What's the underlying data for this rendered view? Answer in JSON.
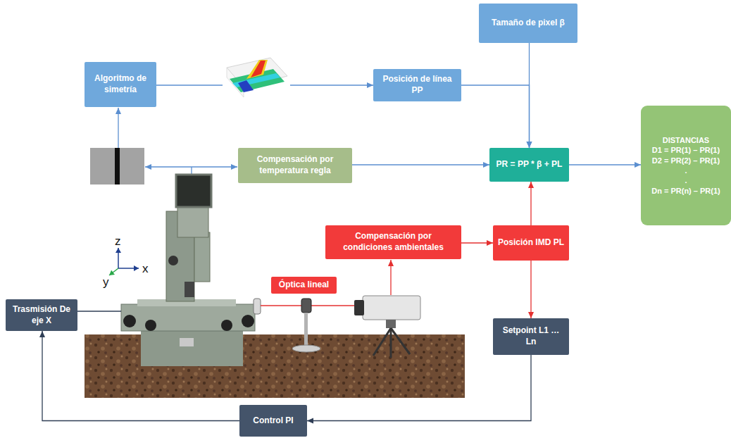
{
  "diagram": {
    "nodes": [
      {
        "text": [
          "Tamaño de pixel β"
        ]
      },
      {
        "text": [
          "Algoritmo de simetría"
        ]
      },
      {
        "text": [
          "Posición de línea PP"
        ]
      },
      {
        "text": [
          "Compensación por temperatura regla"
        ]
      },
      {
        "text": [
          "PR = PP * β + PL"
        ]
      },
      {
        "text": [
          "DISTANCIAS",
          "D1 = PR(1) – PR(1)",
          "D2 = PR(2) – PR(1)",
          ".",
          ".",
          "Dn = PR(n) – PR(1)"
        ]
      },
      {
        "text": [
          "Compensación por condiciones ambientales"
        ]
      },
      {
        "text": [
          "Posición IMD PL"
        ]
      },
      {
        "text": [
          "Óptica lineal"
        ]
      },
      {
        "text": [
          "Trasmisión De eje X"
        ]
      },
      {
        "text": [
          "Setpoint L1 … Ln"
        ]
      },
      {
        "text": [
          "Control PI"
        ]
      }
    ],
    "edges": [
      {
        "from": 1,
        "to": 2,
        "arrow": "to"
      },
      {
        "from": 0,
        "to": 4,
        "arrow": "to"
      },
      {
        "from": 2,
        "to": 4,
        "arrow": "to"
      },
      {
        "from": 3,
        "to": 4,
        "arrow": "to"
      },
      {
        "from": 4,
        "to": 5,
        "arrow": "to"
      },
      {
        "from": 7,
        "to": 4,
        "arrow": "to"
      },
      {
        "from": 6,
        "to": 7,
        "arrow": "to"
      },
      {
        "from": 7,
        "to": 10,
        "arrow": "to"
      },
      {
        "from": 10,
        "to": 11,
        "arrow": "to"
      },
      {
        "from": 11,
        "to": 9,
        "arrow": "to"
      }
    ],
    "labels": [
      "z",
      "x",
      "y"
    ]
  }
}
